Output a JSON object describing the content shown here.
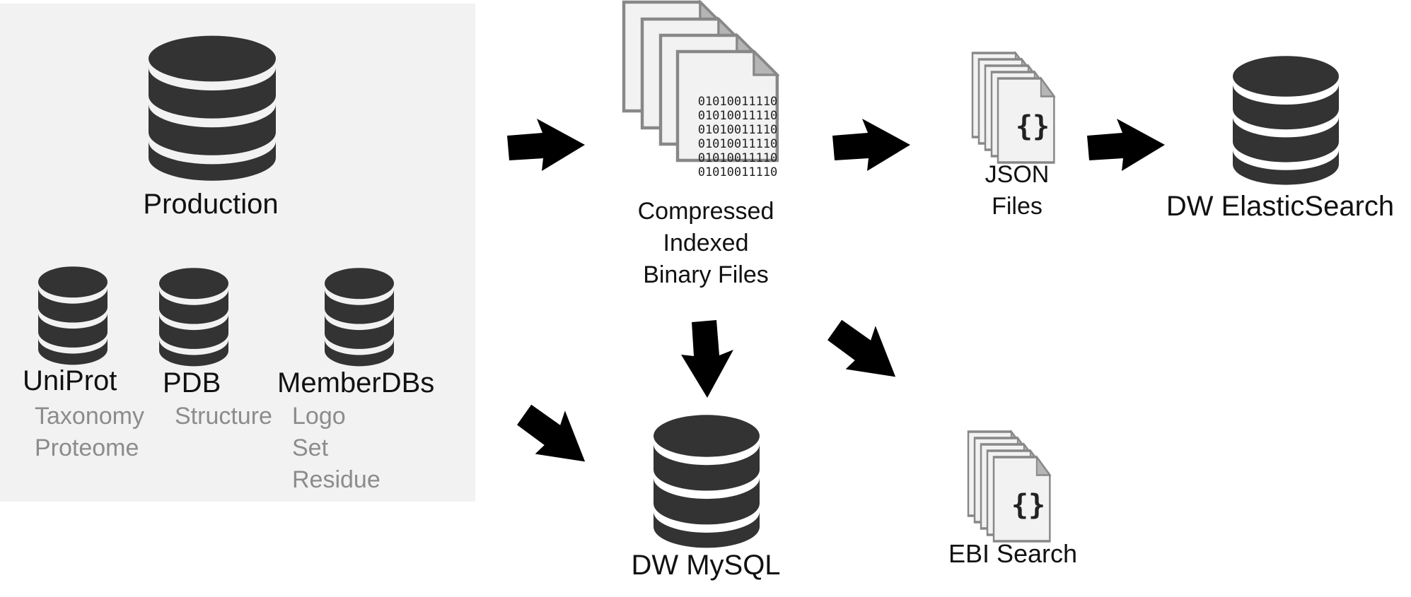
{
  "production": {
    "label": "Production",
    "sources": [
      {
        "label": "UniProt",
        "details": [
          "Taxonomy",
          "Proteome"
        ]
      },
      {
        "label": "PDB",
        "details": [
          "Structure"
        ]
      },
      {
        "label": "MemberDBs",
        "details": [
          "Logo",
          "Set",
          "Residue"
        ]
      }
    ]
  },
  "binary_files": {
    "label_lines": [
      "Compressed",
      "Indexed",
      "Binary Files"
    ],
    "bit_rows": [
      "01010011110",
      "01010011110",
      "01010011110",
      "01010011110",
      "01010011110",
      "01010011110"
    ]
  },
  "json_files": {
    "label_lines": [
      "JSON",
      "Files"
    ],
    "glyph": "{}"
  },
  "dw_elasticsearch": {
    "label": "DW ElasticSearch"
  },
  "dw_mysql": {
    "label": "DW MySQL"
  },
  "ebi_search": {
    "label": "EBI Search",
    "glyph": "{}"
  },
  "colors": {
    "database": "#333333",
    "panel_bg": "#f2f2f2",
    "arrow": "#000000",
    "arrow_faded": "#cccccc",
    "detail_text": "#8c8c8c",
    "file_border": "#888888",
    "file_fill": "#f2f2f2"
  },
  "icons": [
    "database-icon",
    "document-stack-icon",
    "arrow-right-icon",
    "arrow-down-icon",
    "arrow-diagonal-icon"
  ]
}
